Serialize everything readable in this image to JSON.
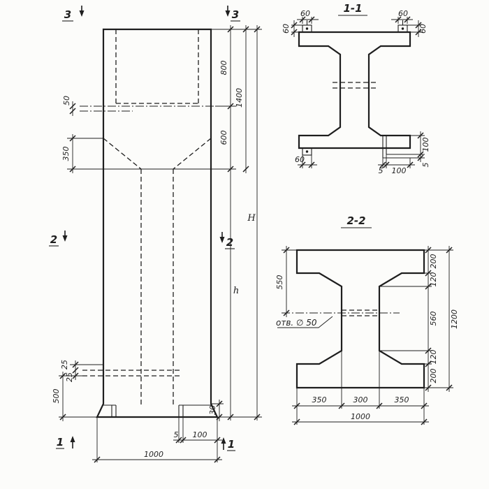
{
  "markers": {
    "m3": "3",
    "m2": "2",
    "m1": "1"
  },
  "sections": {
    "s11": "1-1",
    "s22": "2-2"
  },
  "elevation": {
    "d50": "50",
    "d350": "350",
    "d800": "800",
    "d600": "600",
    "d1400": "1400",
    "dH": "H",
    "dh": "h",
    "d25a": "25",
    "d25b": "25",
    "d500": "500",
    "d30": "30",
    "d5": "5",
    "d100": "100",
    "d1000": "1000"
  },
  "s11": {
    "d60_tl": "60",
    "d60_tr": "60",
    "d60_l": "60",
    "d60_r": "60",
    "d60_bl": "60",
    "d5_b": "5",
    "d100_b": "100",
    "d100_r": "100",
    "d5_r": "5"
  },
  "s22": {
    "d550": "550",
    "d200_t": "200",
    "d120_t": "120",
    "d560": "560",
    "d120_b": "120",
    "d200_b": "200",
    "d1200": "1200",
    "d350_l": "350",
    "d300": "300",
    "d350_r": "350",
    "d1000": "1000",
    "hole": "отв. ∅ 50"
  }
}
